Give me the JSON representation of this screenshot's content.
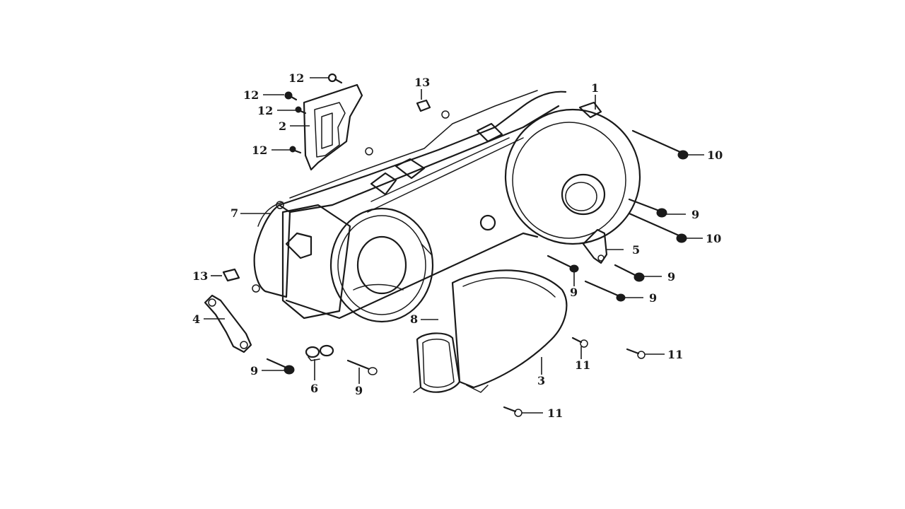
{
  "callouts": [
    {
      "id": "c1",
      "label": "1"
    },
    {
      "id": "c2",
      "label": "2"
    },
    {
      "id": "c3",
      "label": "3"
    },
    {
      "id": "c4",
      "label": "4"
    },
    {
      "id": "c5",
      "label": "5"
    },
    {
      "id": "c6",
      "label": "6"
    },
    {
      "id": "c7",
      "label": "7"
    },
    {
      "id": "c8",
      "label": "8"
    },
    {
      "id": "c9a",
      "label": "9"
    },
    {
      "id": "c9b",
      "label": "9"
    },
    {
      "id": "c9c",
      "label": "9"
    },
    {
      "id": "c9d",
      "label": "9"
    },
    {
      "id": "c9e",
      "label": "9"
    },
    {
      "id": "c9f",
      "label": "9"
    },
    {
      "id": "c10a",
      "label": "10"
    },
    {
      "id": "c10b",
      "label": "10"
    },
    {
      "id": "c11a",
      "label": "11"
    },
    {
      "id": "c11b",
      "label": "11"
    },
    {
      "id": "c11c",
      "label": "11"
    },
    {
      "id": "c12a",
      "label": "12"
    },
    {
      "id": "c12b",
      "label": "12"
    },
    {
      "id": "c12c",
      "label": "12"
    },
    {
      "id": "c12d",
      "label": "12"
    },
    {
      "id": "c13a",
      "label": "13"
    },
    {
      "id": "c13b",
      "label": "13"
    }
  ]
}
